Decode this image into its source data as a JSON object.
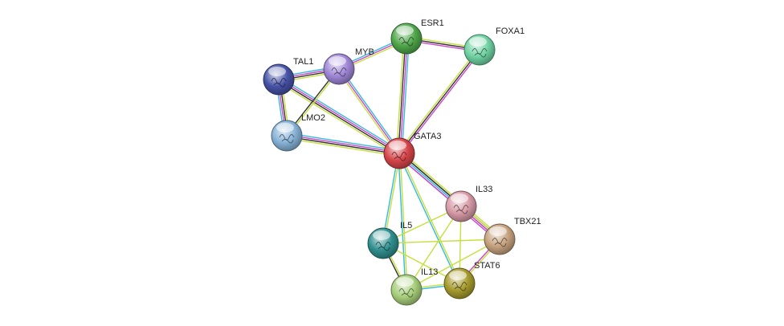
{
  "nodes": [
    {
      "id": "GATA3",
      "label": "GATA3",
      "color": "#d6454a",
      "glyph": "protein-structure-icon",
      "focus": true
    },
    {
      "id": "ESR1",
      "label": "ESR1",
      "color": "#4fa64a",
      "glyph": "protein-structure-icon"
    },
    {
      "id": "FOXA1",
      "label": "FOXA1",
      "color": "#6fd2a2",
      "glyph": "protein-structure-icon"
    },
    {
      "id": "MYB",
      "label": "MYB",
      "color": "#9f86d6",
      "glyph": "protein-structure-icon"
    },
    {
      "id": "TAL1",
      "label": "TAL1",
      "color": "#4652a6",
      "glyph": "protein-structure-icon"
    },
    {
      "id": "LMO2",
      "label": "LMO2",
      "color": "#86b2d6",
      "glyph": "protein-structure-icon"
    },
    {
      "id": "IL33",
      "label": "IL33",
      "color": "#d69aa6",
      "glyph": "protein-structure-icon"
    },
    {
      "id": "TBX21",
      "label": "TBX21",
      "color": "#c6a27e",
      "glyph": "protein-structure-icon"
    },
    {
      "id": "IL5",
      "label": "IL5",
      "color": "#2f8e8e",
      "glyph": "protein-structure-icon"
    },
    {
      "id": "IL13",
      "label": "IL13",
      "color": "#a6ce7a",
      "glyph": "protein-structure-icon"
    },
    {
      "id": "STAT6",
      "label": "STAT6",
      "color": "#a69a2e",
      "glyph": "protein-structure-icon"
    }
  ],
  "edges": [
    {
      "a": "GATA3",
      "b": "ESR1",
      "types": [
        "textmining",
        "coexpression",
        "experiments",
        "database"
      ]
    },
    {
      "a": "GATA3",
      "b": "FOXA1",
      "types": [
        "textmining",
        "coexpression",
        "experiments"
      ]
    },
    {
      "a": "GATA3",
      "b": "MYB",
      "types": [
        "textmining",
        "experiments",
        "database"
      ]
    },
    {
      "a": "GATA3",
      "b": "TAL1",
      "types": [
        "textmining",
        "coexpression",
        "experiments",
        "database"
      ]
    },
    {
      "a": "GATA3",
      "b": "LMO2",
      "types": [
        "textmining",
        "coexpression",
        "experiments",
        "database"
      ]
    },
    {
      "a": "GATA3",
      "b": "IL33",
      "types": [
        "textmining",
        "coexpression",
        "database",
        "experiments"
      ]
    },
    {
      "a": "GATA3",
      "b": "TBX21",
      "types": [
        "textmining",
        "coexpression",
        "database",
        "experiments"
      ]
    },
    {
      "a": "GATA3",
      "b": "IL5",
      "types": [
        "textmining",
        "database"
      ]
    },
    {
      "a": "GATA3",
      "b": "IL13",
      "types": [
        "textmining",
        "database"
      ]
    },
    {
      "a": "GATA3",
      "b": "STAT6",
      "types": [
        "textmining",
        "database"
      ]
    },
    {
      "a": "ESR1",
      "b": "FOXA1",
      "types": [
        "textmining",
        "coexpression",
        "experiments"
      ]
    },
    {
      "a": "ESR1",
      "b": "MYB",
      "types": [
        "textmining",
        "experiments",
        "database"
      ]
    },
    {
      "a": "MYB",
      "b": "TAL1",
      "types": [
        "textmining",
        "coexpression",
        "experiments",
        "database"
      ]
    },
    {
      "a": "MYB",
      "b": "LMO2",
      "types": [
        "textmining",
        "coexpression"
      ]
    },
    {
      "a": "TAL1",
      "b": "LMO2",
      "types": [
        "textmining",
        "coexpression",
        "experiments",
        "database"
      ]
    },
    {
      "a": "IL33",
      "b": "TBX21",
      "types": [
        "textmining",
        "experiments"
      ]
    },
    {
      "a": "IL33",
      "b": "IL5",
      "types": [
        "textmining"
      ]
    },
    {
      "a": "IL33",
      "b": "IL13",
      "types": [
        "textmining"
      ]
    },
    {
      "a": "IL33",
      "b": "STAT6",
      "types": [
        "textmining"
      ]
    },
    {
      "a": "TBX21",
      "b": "IL5",
      "types": [
        "textmining"
      ]
    },
    {
      "a": "TBX21",
      "b": "IL13",
      "types": [
        "textmining"
      ]
    },
    {
      "a": "TBX21",
      "b": "STAT6",
      "types": [
        "textmining",
        "experiments"
      ]
    },
    {
      "a": "IL5",
      "b": "IL13",
      "types": [
        "textmining",
        "coexpression"
      ]
    },
    {
      "a": "IL5",
      "b": "STAT6",
      "types": [
        "textmining"
      ]
    },
    {
      "a": "IL13",
      "b": "STAT6",
      "types": [
        "textmining",
        "database"
      ]
    }
  ],
  "edge_colors": {
    "textmining": "#c6df3f",
    "coexpression": "#333333",
    "experiments": "#cc44cc",
    "database": "#33bbdd"
  }
}
